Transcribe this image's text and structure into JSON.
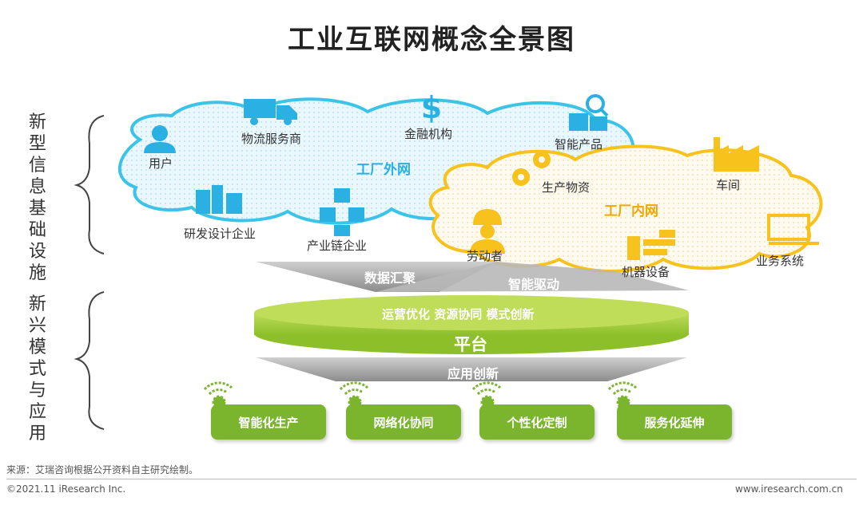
{
  "title": "工业互联网概念全景图",
  "side_labels": {
    "top": [
      "新",
      "型",
      "信",
      "息",
      "基",
      "础",
      "设",
      "施"
    ],
    "bottom": [
      "新",
      "兴",
      "模",
      "式",
      "与",
      "应",
      "用"
    ]
  },
  "outer_network": {
    "title": "工厂外网",
    "nodes": {
      "user": "用户",
      "logistics": "物流服务商",
      "finance": "金融机构",
      "smart_products": "智能产品",
      "rnd": "研发设计企业",
      "supply_chain": "产业链企业"
    }
  },
  "inner_network": {
    "title": "工厂内网",
    "nodes": {
      "materials": "生产物资",
      "workshop": "车间",
      "workers": "劳动者",
      "machines": "机器设备",
      "business_systems": "业务系统"
    }
  },
  "flows": {
    "aggregation": "数据汇聚",
    "drive": "智能驱动",
    "application": "应用创新"
  },
  "platform": {
    "subtitle": "运营优化 资源协同 模式创新",
    "name": "平台"
  },
  "applications": [
    "智能化生产",
    "网络化协同",
    "个性化定制",
    "服务化延伸"
  ],
  "footer": {
    "source": "来源：艾瑞咨询根据公开资料自主研究绘制。",
    "copyright": "©2021.11 iResearch Inc.",
    "url": "www.iresearch.com.cn"
  },
  "colors": {
    "outer_cloud": "#3cc3e8",
    "inner_cloud": "#f7c21b",
    "platform": "#a6cf3c",
    "app_box": "#7bb52e",
    "arrow": "#a3a3a3"
  }
}
